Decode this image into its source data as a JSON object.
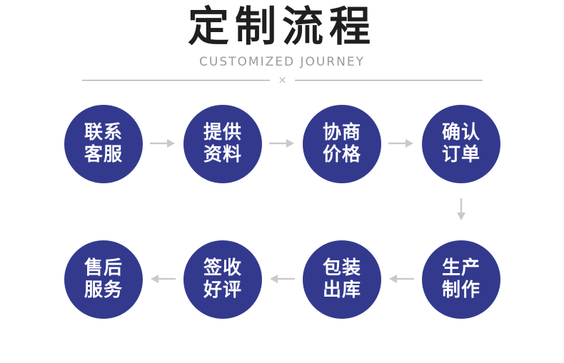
{
  "header": {
    "title": "定制流程",
    "subtitle": "CUSTOMIZED JOURNEY",
    "divider_mark": "×"
  },
  "colors": {
    "circle_fill": "#333a8e",
    "circle_text": "#ffffff",
    "arrow": "#c9c9c9",
    "title_text": "#1f1f1f",
    "subtitle_text": "#9a9a9a",
    "divider_line": "#9a9a9a",
    "background": "#ffffff"
  },
  "icons": {
    "arrow_right": "→",
    "arrow_left": "←",
    "arrow_down": "↓",
    "divider_cross": "×"
  },
  "flow": {
    "row1": {
      "direction": "left-to-right",
      "steps": [
        {
          "line1": "联系",
          "line2": "客服"
        },
        {
          "line1": "提供",
          "line2": "资料"
        },
        {
          "line1": "协商",
          "line2": "价格"
        },
        {
          "line1": "确认",
          "line2": "订单"
        }
      ]
    },
    "row2": {
      "direction": "right-to-left",
      "steps": [
        {
          "line1": "售后",
          "line2": "服务"
        },
        {
          "line1": "签收",
          "line2": "好评"
        },
        {
          "line1": "包装",
          "line2": "出库"
        },
        {
          "line1": "生产",
          "line2": "制作"
        }
      ]
    }
  }
}
